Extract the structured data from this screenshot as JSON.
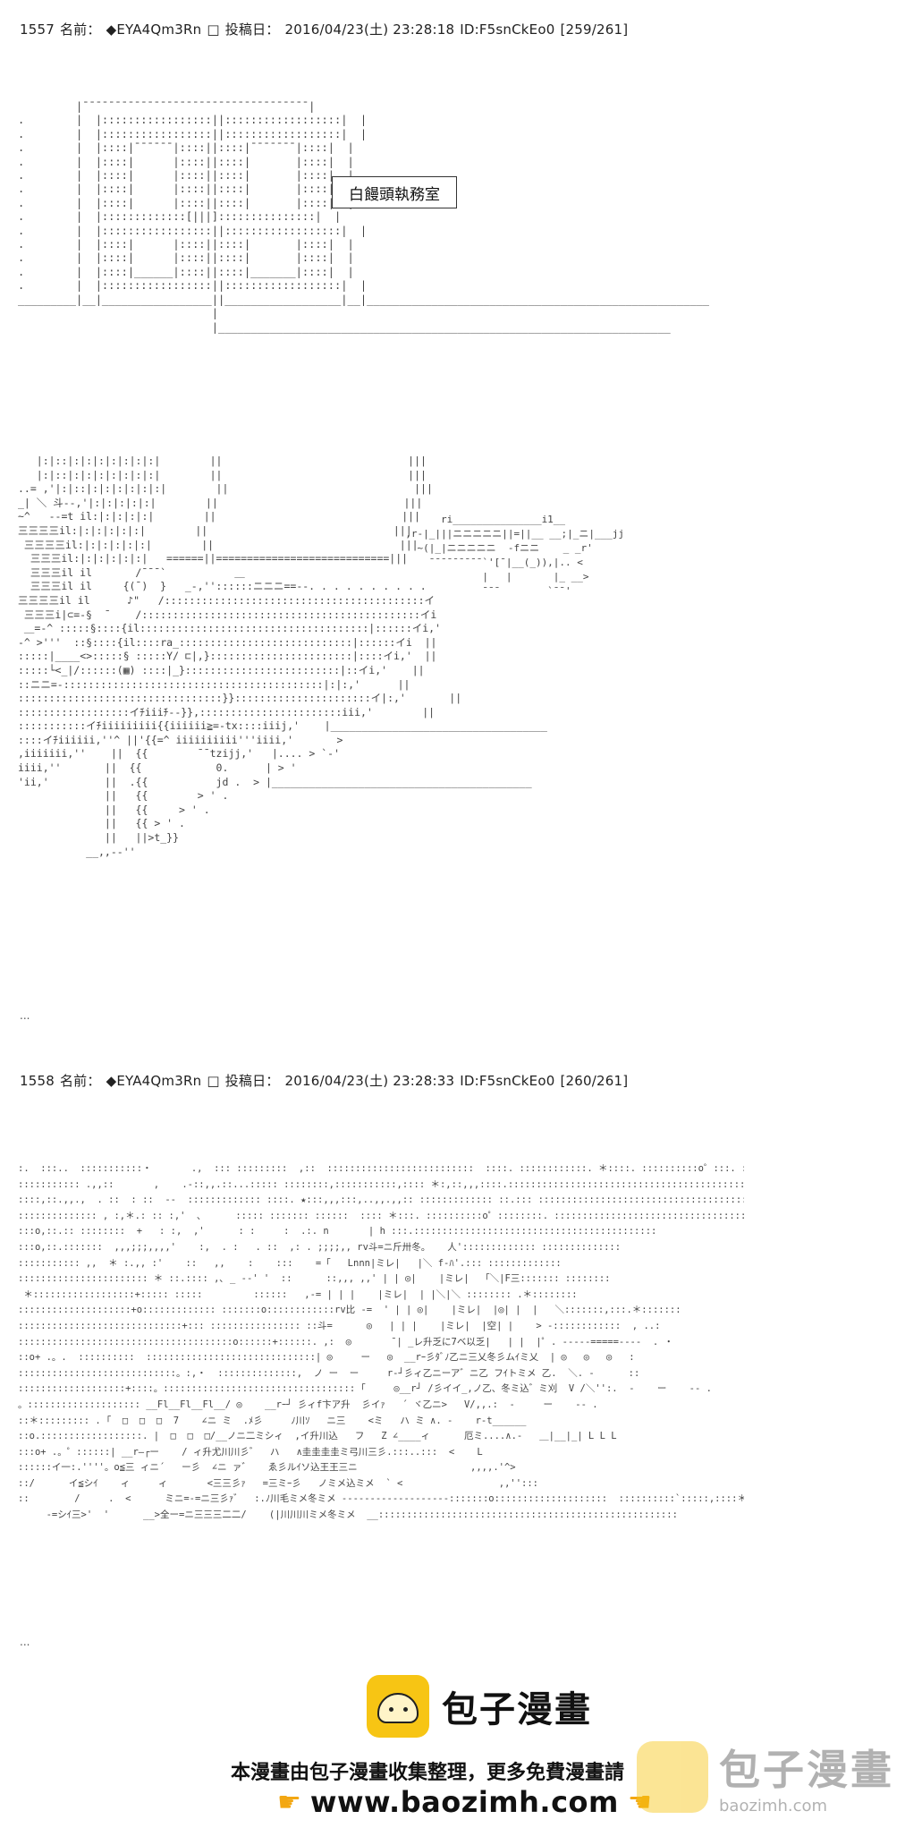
{
  "posts": [
    {
      "number": "1557",
      "name_label": "名前：",
      "name": "◆EYA4Qm3Rn",
      "name_mark": "□",
      "date_label": "投稿日：",
      "date": "2016/04/23(土) 23:28:18",
      "id": "ID:F5snCkEo0",
      "count": "[259/261]"
    },
    {
      "number": "1558",
      "name_label": "名前：",
      "name": "◆EYA4Qm3Rn",
      "name_mark": "□",
      "date_label": "投稿日：",
      "date": "2016/04/23(土) 23:28:33",
      "id": "ID:F5snCkEo0",
      "count": "[260/261]"
    }
  ],
  "scene1": {
    "sign_text": "白饅頭執務室",
    "door_art": "         |¯¯¯¯¯¯¯¯¯¯¯¯¯¯¯¯¯¯¯¯¯¯¯¯¯¯¯¯¯¯¯¯¯¯¯|\n.        |  |:::::::::::::::::||::::::::::::::::::|  |\n.        |  |:::::::::::::::::||::::::::::::::::::|  |\n.        |  |::::|¯¯¯¯¯¯|::::||::::|¯¯¯¯¯¯¯|::::|  |\n.        |  |::::|      |::::||::::|       |::::|  |\n.        |  |::::|      |::::||::::|       |::::|  |\n.        |  |::::|      |::::||::::|       |::::|  |\n.        |  |::::|      |::::||::::|       |::::|  |\n.        |  |:::::::::::::[|||]:::::::::::::::|  |\n.        |  |:::::::::::::::::||::::::::::::::::::|  |\n.        |  |::::|      |::::||::::|       |::::|  |\n.        |  |::::|      |::::||::::|       |::::|  |\n.        |  |::::|______|::::||::::|_______|::::|  |\n.        |  |:::::::::::::::::||::::::::::::::::::|  |\n_________|__|_________________||__________________|__|_____________________________________________________\n                              |\n                              |______________________________________________________________________",
    "office_art": "   |:|::|:|:|:|:|:|:|:|        ||                              |||\n   |:|::|:|:|:|:|:|:|:|        ||                              |||\n..= ,'|:|::|:|:|:|:|:|:|        ||                              |||\n_| ＼ 斗--,'|:|:|:|:|:|        ||                              |||\n~^   --=t il:|:|:|:|:|        ||                              |||\n三三三三il:|:|:|:|:|:|        ||                              |||\n 三三三三il:|:|:|:|:|:|        ||                              |||\n  三三三il:|:|:|:|:|:|   ======||============================|||\n  三三三il il       /¯¯¯`           ＿\n  三三三il il     {(¯)  }   _-,''::::::ニニニ==--. . . . . . . . . .\n三三三三il il      ♪\"   /::::::::::::::::::::::::::::::::::::::::::イ\n 三三三i|⊂=-§  ¯    /:::::::::::::::::::::::::::::::::::::::::::::イi\n ＿=-^ :::::§::::{il:::::::::::::::::::::::::::::::::::::|::::::イi,'\n-^ >'''  ::§::::{il::::ra_::::::::::::::::::::::::::::|::::::イi  ||\n:::::|____<>:::::§ :::::Y/ ⊏|,}:::::::::::::::::::::::|::::イi,'  ||\n:::::└<_|/::::::(▦) ::::|_}:::::::::::::::::::::::::|::イi,'    ||\n::ニニ=-::::::::::::::::::::::::::::::::::::::::::|:|:,'      ||\n:::::::::::::::::::::::::::::::::}}::::::::::::::::::::::イ|:,'       ||\n::::::::::::::::::イﾁiiiﾁ--}},:::::::::::::::::::::::iii,'        ||\n:::::::::::イﾁiiiiiiiii{{iiiiii≧=-tx::::iiij,'    |___________________________________\n::::イﾁiiiiii,''^ ||'{{=^ iiiiiiiiii'''iiii,'       >\n,iiiiiii,''    ||  {{        ¯¯tzijj,'   |.... > `-'\niiii,''       ||  {{            0.      | > '\n'ii,'         ||  .{{           jd .  > |__________________________________________\n              ||   {{        > ' .\n              ||   {{     > ' .\n              ||   {{ > ' .\n              ||   ||>t_}}\n           __,,--''",
    "gun_art": "        ri_______________i1__\n  ,r-|_|||ニニニニニ||=||__ __;|_ニ|___jj\n    ~(|_|ニニニニニ  -fニニ    _ _r'\n      ¯¯¯¯¯¯¯¯¯`'[¯|__(_)),|.. <\n               |   |       |_ __>\n               ¯¯¯        `¯¯'"
  },
  "scene2": {
    "crowd_art": ":.  :::..  :::::::::::・       .,  ::: :::::::::  ,::  ::::::::::::::::::::::::::  ::::. ::::::::::::. ＊::::. ::::::::::o゜:::. ::::::. ::::::::::::::::::::::::::::::  ::::::::::::::.\n::::::::::: .,,::       ,    .-::,,.::...::::: ::::::::,:::::::::::,:::: ＊:,::,,,::::.:::::::::::::::::::::::::::::::::::::::::::::::::::::::::::\n::::,::.,,.,  . ::  : ::  --  ::::::::::::: ::::. ★:::,,,:::,..,,.,,:: ::::::::::::: ::.::: ::::::::::::::::::::::::::::::::::::::\n:::::::::::::: , :,＊.: :: :,'  ､      ::::: ::::::: ::::::  :::: ＊:::. ::::::::::o゜::::::::. :::::::::::::::::::::::::::::::::::::\n:::o,::.:: ::::::::  +   : :,  ,'      : :     :  .:. n       | h :::.:::::::::::::::::::::::::::::::::::::::::::\n:::o,::.:::::::  ,,,;;;,,,,'    :,  . :   . ::  ,: . ;;;;,, rv斗=ニ斤卅冬。   人'::::::::::::: ::::::::::::::\n::::::::::: ,,  ＊ :.,, :'    ::   ,,    :    :::    =「   Lnnn|ミレ|   |＼ f-ﾊ'.::: :::::::::::::\n::::::::::::::::::::::: ＊ ::.:::: ,､ _ --' '  ::      ::,,, ,,' | | ◎|    |ミレ|  「＼|F三::::::: ::::::::\n ＊::::::::::::::::::+::::: :::::         ::::::   ,-= | | |    |ミレ|  | |＼|＼ :::::::: .＊::::::::\n::::::::::::::::::::+o::::::::::::: :::::::o::::::::::::rv比 -=  ' | | ◎|    |ミレ|  |◎| |  |   ＼:::::::,:::.＊:::::::\n:::::::::::::::::::::::::::::+::: :::::::::::::::: ::斗=      ◎   | | |    |ミレ|  |空| |    > -::::::::::::  , ..:\n::::::::::::::::::::::::::::::::::::::o::::::+::::::. ,:  ◎       ¯| _レ升乏に7ベ以乏|   | |  |゜. -----=====----  . ・\n::o+ .。.  ::::::::::  ::::::::::::::::::::::::::::::| ◎     ー   ◎  __rｰ彡ﾀﾞﾉ乙ニ三乂冬彡ムｲミ乂  | ◎   ◎   ◎   :\n::::::::::::::::::::::::::::。:,・  ::::::::::::::,  ノ ー  ー     r-┘彡ィ乙ニーア゛ニ乙 フｲトミメ 乙.  ＼. -      ::\n:::::::::::::::::::+::::。:::::::::::::::::::::::::::::::::: ｢     ◎__r┘ /彡イイ_,ノ乙、冬ミ込゛ミ刈  V /＼'':.  -    ー    -- .\n。:::::::::::::::::::: __Fl__Fl__Fl__/ ◎    __rｰ┘ 彡ィf卞ア升  彡イｧ   ´ ヾ乙ニ>   V/,,.:  -     ー    -- .\n::＊::::::::: . ｢  □  □  □  7    ∠ニ ミ  .ﾒ彡     ﾉ川ｿ   ニ三    <ミ   ハ ミ ∧. -    r-t______\n::o.::::::::::::::::::. |  □  □  □/__ノニ二ミシィ  ,イ升川込   フ   Z ∠____ィ      厄ミ....∧.-   ＿|__|_| L L L\n:::o+ .。゜::::::| __r―┌ー    / ィ升尤川川彡゛  ハ   ∧圭圭圭圭ミ弓川三彡.:::..:::  <    L\n::::::イ一:.''''。o≦三 ィニ´   ー彡  ∠ニ ァ゛   ゑ彡ルｲソ込王王三ニ                    ,,,,.'^>\n::/      イ≦シｲ    ィ     ィ       <三三彡ｧ   =三ミｰ彡   ノミメ込ミメ  ` <                 ,,'':::\n::        /     .  <      ミニ=-=ニ三彡ｧ゛  :.ﾉ川毛ミメ冬ミメ -------------------:::::::o::::::::::::::::::::  ::::::::::`:::::,::::＊:::::::::\n     -=シｲ三>'  '      __>全ー=ニ三三三二二/    (|川川川ミメ冬ミメ  __:::::::::::::::::::::::::::::::::::::::::::::::::::::"
  },
  "ellipsis": "...",
  "footer": {
    "brand_name": "包子漫畫",
    "notice": "本漫畫由包子漫畫收集整理，更多免費漫畫請",
    "url": "www.baozimh.com",
    "watermark_name": "包子漫畫",
    "watermark_url": "baozimh.com"
  }
}
